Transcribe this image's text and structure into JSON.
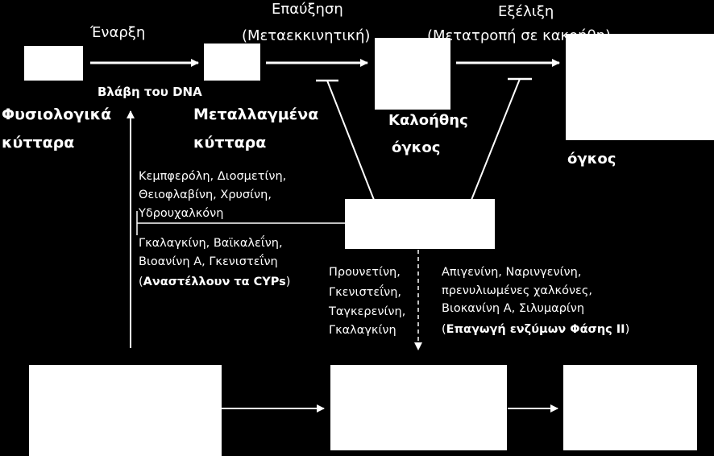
{
  "stages": {
    "initiation": "Έναρξη",
    "promotion": "Επαύξηση",
    "promotion_sub": "(Μεταεκκινητική)",
    "progression": "Εξέλιξη",
    "progression_sub": "(Μετατροπή σε κακοήθη)"
  },
  "dna_damage": "Βλάβη του DNA",
  "cells": {
    "normal_line1": "Φυσιολογικά",
    "normal_line2": "κύτταρα",
    "mutated_line1": "Μεταλλαγμένα",
    "mutated_line2": "κύτταρα",
    "benign_line1": "Καλοήθης",
    "benign_line2": "όγκος",
    "malignant_line2": "όγκος"
  },
  "flavonoids_left": {
    "line1": "Κεμπφερόλη, Διοσμετίνη,",
    "line2": "Θειοφλαβίνη, Χρυσίνη,",
    "line3": "Υδρουχαλκόνη",
    "line4": "Γκαλαγκίνη, Βαϊκαλεΐνη,",
    "line5": "Βιοανίνη Α, Γκενιστεΐνη",
    "line6_open": "(",
    "line6_bold": "Αναστέλλουν τα CYPs",
    "line6_close": ")"
  },
  "flavonoids_mid": {
    "line1": "Προυνετίνη,",
    "line2": "Γκενιστεΐνη,",
    "line3": "Ταγκερενίνη,",
    "line4": "Γκαλαγκίνη"
  },
  "flavonoids_right": {
    "line1": "Απιγενίνη, Ναρινγενίνη,",
    "line2": "πρενυλιωμένες χαλκόνες,",
    "line3": "Βιοκανίνη Α, Σιλυμαρίνη",
    "line4_open": "(",
    "line4_bold": "Επαγωγή ενζύμων Φάσης ΙΙ",
    "line4_close": ")"
  },
  "colors": {
    "background": "#000000",
    "foreground": "#ffffff"
  }
}
